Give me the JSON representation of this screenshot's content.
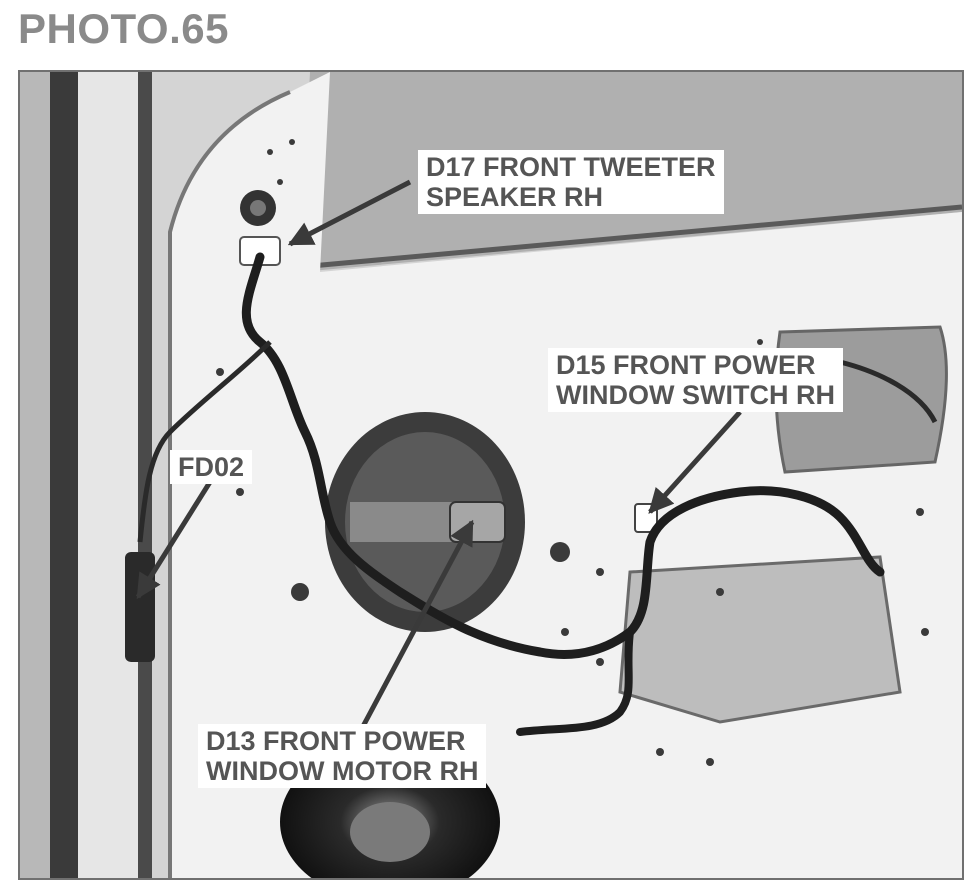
{
  "page": {
    "title": "PHOTO.65"
  },
  "callouts": [
    {
      "id": "d17",
      "lines": [
        "D17 FRONT TWEETER",
        "SPEAKER RH"
      ]
    },
    {
      "id": "d15",
      "lines": [
        "D15 FRONT POWER",
        "WINDOW SWITCH RH"
      ]
    },
    {
      "id": "fd02",
      "lines": [
        "FD02"
      ]
    },
    {
      "id": "d13",
      "lines": [
        "D13 FRONT POWER",
        "WINDOW MOTOR RH"
      ]
    }
  ],
  "colors": {
    "title": "#8a8a8a",
    "label_text": "#555555",
    "arrow": "#3a3a3a"
  }
}
